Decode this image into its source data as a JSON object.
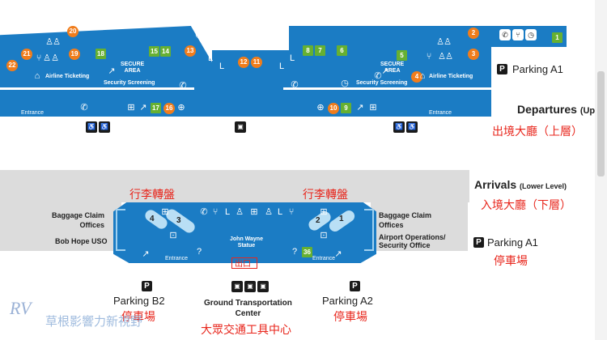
{
  "departures": {
    "title": "Departures",
    "title_suffix": "(Up",
    "title_zh": "出境大廳（上層）",
    "airline_ticketing_left": "Airline Ticketing",
    "airline_ticketing_right": "Airline Ticketing",
    "security_screening_left": "Security Screening",
    "security_screening_right": "Security Screening",
    "secure_area_left": "SECURE\nAREA",
    "secure_area_right": "SECURE\nAREA",
    "entrance_left": "Entrance",
    "entrance_right": "Entrance",
    "parking": "Parking A1",
    "gates_orange": [
      "20",
      "21",
      "22",
      "19",
      "13",
      "12",
      "11",
      "10",
      "16",
      "2",
      "3",
      "4"
    ],
    "gates_green": [
      "18",
      "15",
      "14",
      "17",
      "8",
      "7",
      "6",
      "5",
      "9",
      "1"
    ]
  },
  "arrivals": {
    "title": "Arrivals",
    "title_suffix": "(Lower Level)",
    "title_zh": "入境大廳（下層）",
    "baggage_zh_left": "行李轉盤",
    "baggage_zh_right": "行李轉盤",
    "baggage_claim_left": "Baggage Claim\nOffices",
    "baggage_claim_right": "Baggage Claim\nOffices",
    "bob_hope": "Bob Hope USO",
    "airport_ops": "Airport Operations/\nSecurity Office",
    "john_wayne": "John Wayne\nStatue",
    "exit_zh": "出口",
    "entrance_left": "Entrance",
    "entrance_right": "Entrance",
    "carousels": [
      "4",
      "3",
      "2",
      "1"
    ],
    "green_36": "36",
    "parking_a1": "Parking A1",
    "parking_a1_zh": "停車場",
    "parking_b2": "Parking B2",
    "parking_b2_zh": "停車場",
    "parking_a2": "Parking A2",
    "parking_a2_zh": "停車場",
    "ground_transport": "Ground Transportation\nCenter",
    "ground_transport_zh": "大眾交通工具中心"
  },
  "watermark": "草根影響力新視野",
  "parking_icon": "P",
  "colors": {
    "terminal_blue": "#1b7cc4",
    "orange": "#f07d1c",
    "green": "#66b032",
    "red_label": "#e8261c",
    "gray": "#dcdcdc"
  }
}
